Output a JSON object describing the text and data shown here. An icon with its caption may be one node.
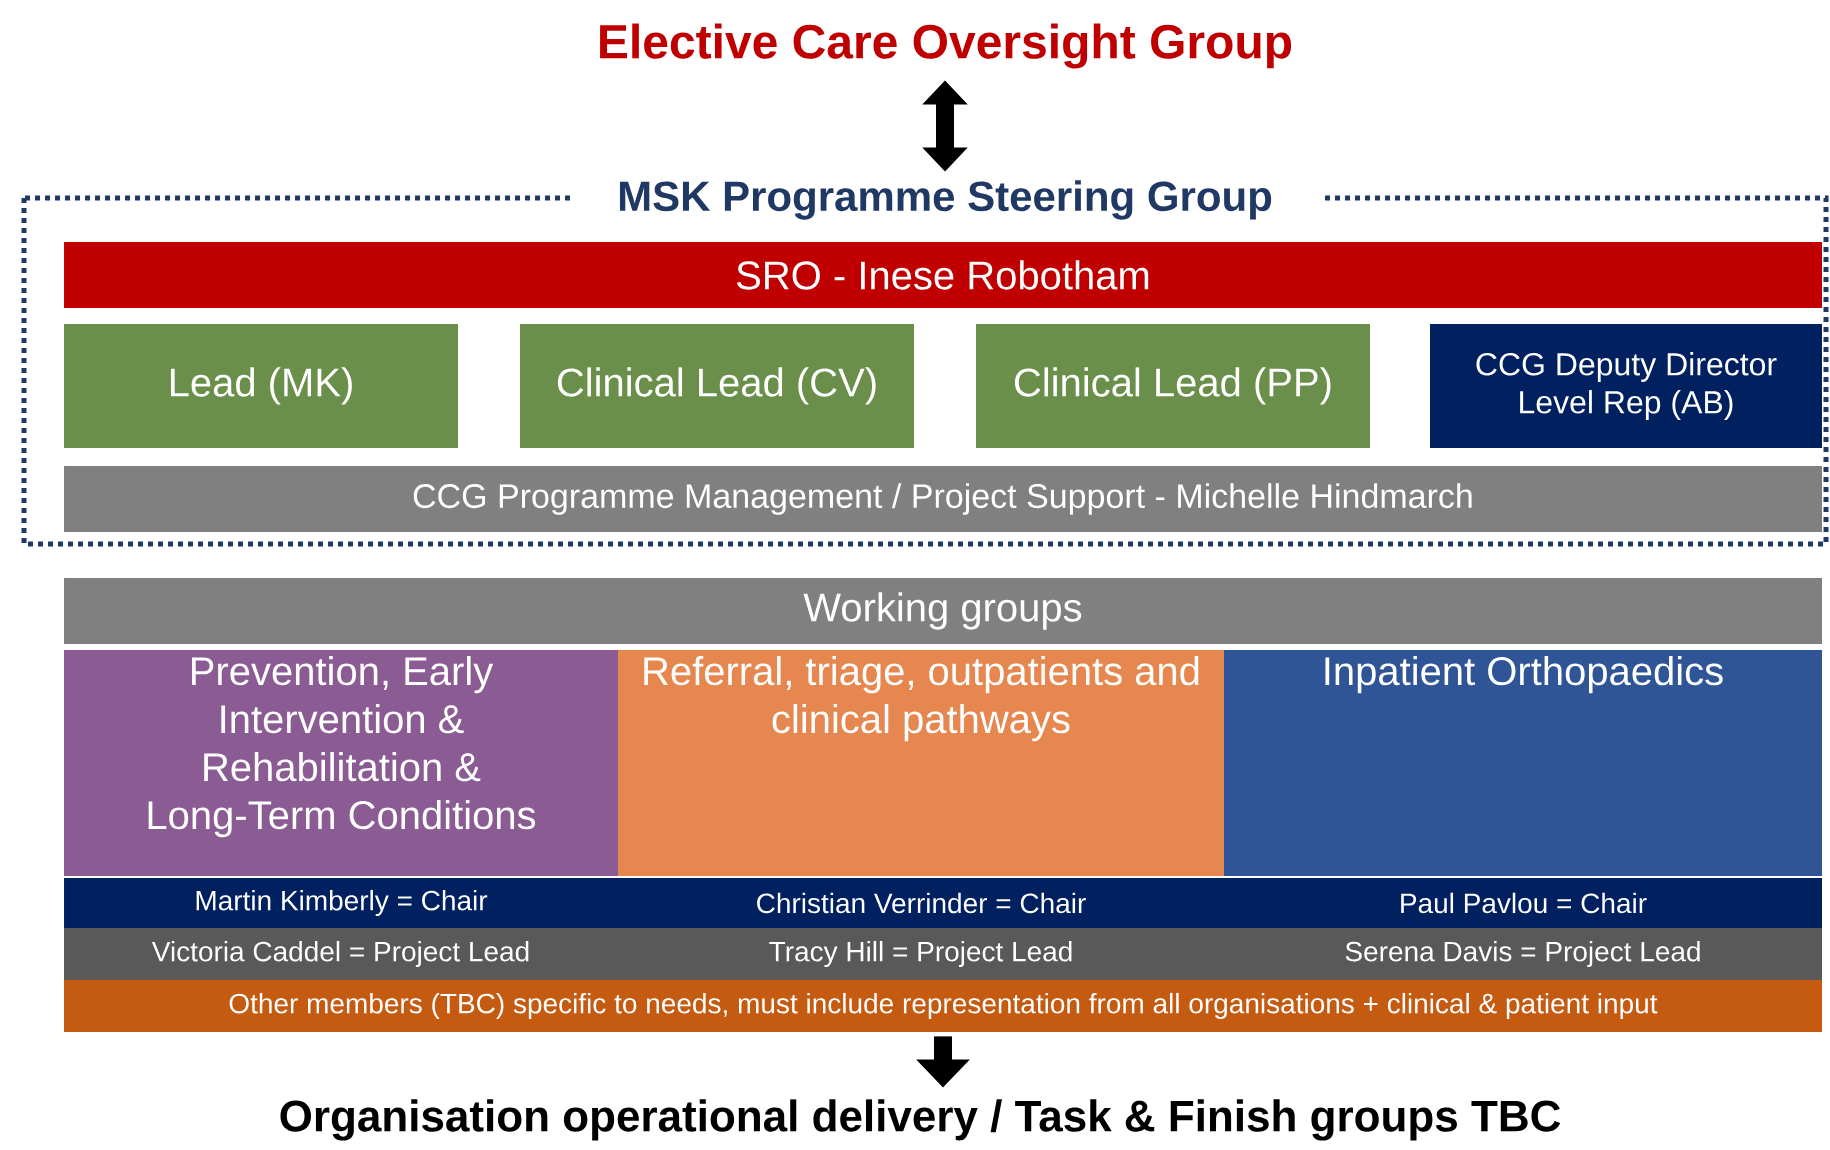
{
  "diagram": {
    "nodes": [
      {
        "text": [
          "Elective Care Oversight Group"
        ]
      },
      {
        "text": [
          "MSK Programme Steering Group"
        ]
      },
      {
        "text": [
          "SRO - Inese Robotham"
        ],
        "in": 1
      },
      {
        "text": [
          "Lead (MK)"
        ],
        "in": 1
      },
      {
        "text": [
          "Clinical Lead (CV)"
        ],
        "in": 1
      },
      {
        "text": [
          "Clinical Lead (PP)"
        ],
        "in": 1
      },
      {
        "text": [
          "CCG Deputy Director Level Rep (AB)"
        ],
        "in": 1
      },
      {
        "text": [
          "CCG Programme Management / Project Support - Michelle Hindmarch"
        ],
        "in": 1
      },
      {
        "text": [
          "Working groups"
        ]
      },
      {
        "text": [
          "Prevention, Early Intervention & Rehabilitation & Long-Term Conditions"
        ]
      },
      {
        "text": [
          "Referral, triage, outpatients and clinical pathways"
        ]
      },
      {
        "text": [
          "Inpatient Orthopaedics"
        ]
      },
      {
        "text": [
          "Martin Kimberly = Chair"
        ]
      },
      {
        "text": [
          "Christian Verrinder = Chair"
        ]
      },
      {
        "text": [
          "Paul Pavlou = Chair"
        ]
      },
      {
        "text": [
          "Victoria Caddel = Project Lead"
        ]
      },
      {
        "text": [
          "Tracy Hill = Project Lead"
        ]
      },
      {
        "text": [
          "Serena Davis = Project Lead"
        ]
      },
      {
        "text": [
          "Other members (TBC) specific to needs, must include representation from all organisations + clinical & patient input"
        ]
      },
      {
        "text": [
          "Organisation operational delivery / Task & Finish groups TBC"
        ]
      }
    ],
    "edges": [
      {
        "from": 0,
        "to": 1,
        "arrow": "both"
      },
      {
        "from": 18,
        "to": 19,
        "arrow": "to"
      }
    ]
  }
}
